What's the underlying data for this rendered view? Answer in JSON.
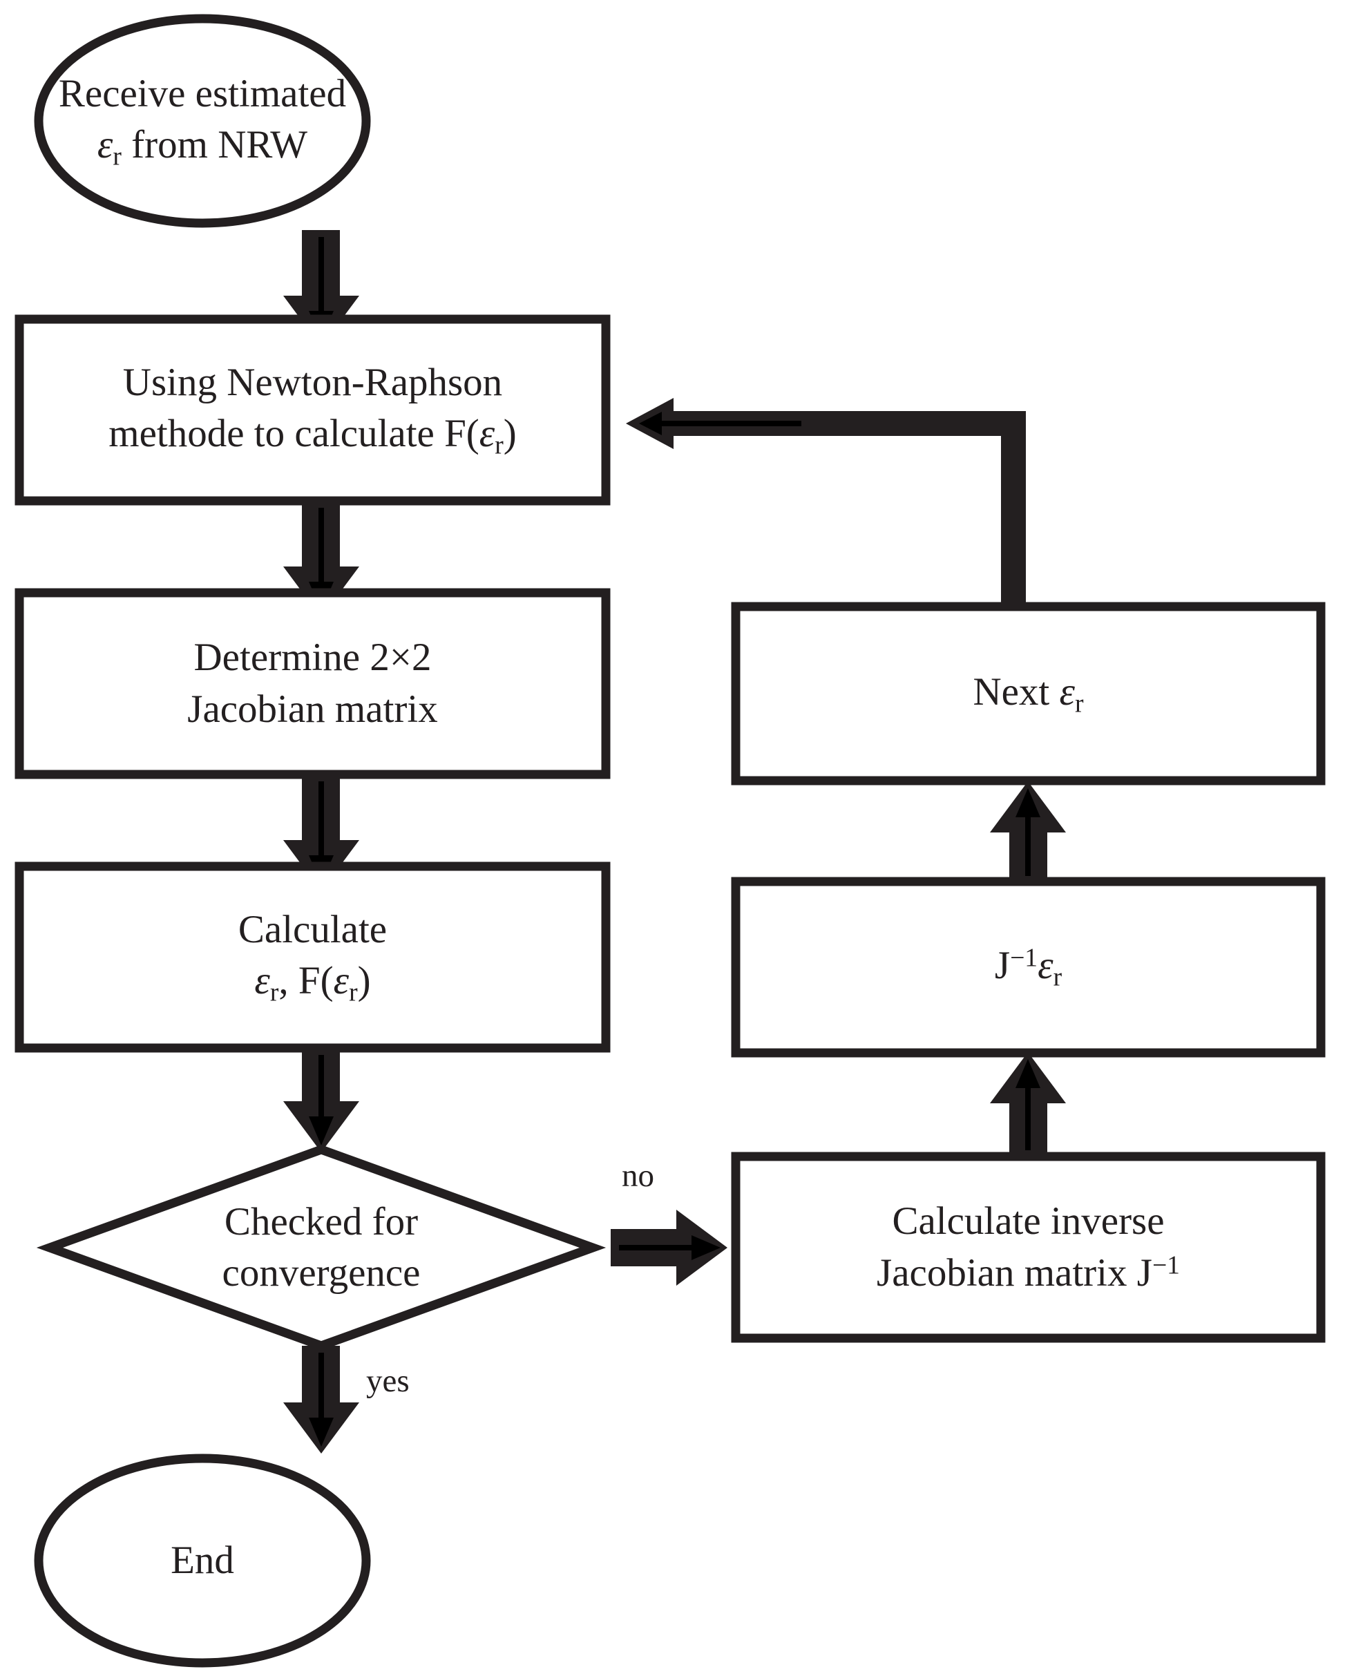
{
  "diagram": {
    "title": "Newton-Raphson iterative permittivity extraction flowchart",
    "stroke_color": "#231f20",
    "fill_color": "#ffffff",
    "nodes": [
      {
        "id": "receive",
        "shape": "ellipse",
        "lines": [
          "Receive estimated",
          "εr from NRW"
        ],
        "line1": "Receive estimated",
        "line2_prefix": "ε",
        "line2_sub": "r",
        "line2_suffix": " from NRW"
      },
      {
        "id": "newton",
        "shape": "process",
        "line1": "Using Newton-Raphson",
        "line2_prefix": "methode to calculate F(",
        "line2_var": "ε",
        "line2_sub": "r",
        "line2_suffix": ")"
      },
      {
        "id": "jacobian",
        "shape": "process",
        "line1": "Determine 2×2",
        "line2": "Jacobian matrix"
      },
      {
        "id": "calculate",
        "shape": "process",
        "line1": "Calculate",
        "line2_var1": "ε",
        "line2_sub1": "r",
        "line2_mid": ", F(",
        "line2_var2": "ε",
        "line2_sub2": "r",
        "line2_end": ")"
      },
      {
        "id": "convergence",
        "shape": "decision",
        "line1": "Checked for",
        "line2": "convergence"
      },
      {
        "id": "end",
        "shape": "ellipse",
        "line1": "End"
      },
      {
        "id": "next-eps",
        "shape": "process",
        "line1_prefix": "Next ",
        "line1_var": "ε",
        "line1_sub": "r"
      },
      {
        "id": "jinv-eps",
        "shape": "process",
        "line1_j": "J",
        "line1_sup": "−1",
        "line1_var": "ε",
        "line1_sub": "r"
      },
      {
        "id": "inverse-jacobian",
        "shape": "process",
        "line1": "Calculate inverse",
        "line2_prefix": "Jacobian matrix J",
        "line2_sup": "−1"
      }
    ],
    "edge_labels": {
      "no": "no",
      "yes": "yes"
    }
  }
}
